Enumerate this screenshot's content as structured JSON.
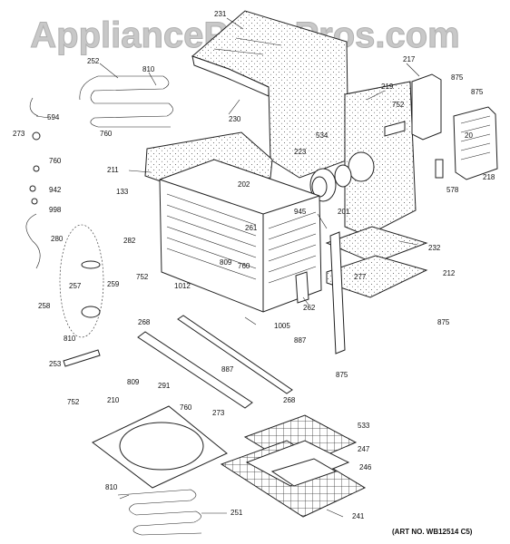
{
  "watermark": {
    "text": "AppliancePartsPros.com"
  },
  "art_number": "(ART NO. WB12514 C5)",
  "labels": {
    "p231": "231",
    "p252": "252",
    "p810a": "810",
    "p230": "230",
    "p217": "217",
    "p875a": "875",
    "p875b": "875",
    "p594": "594",
    "p219": "219",
    "p752a": "752",
    "p20": "20",
    "p760a": "760",
    "p534": "534",
    "p273a": "273",
    "p223": "223",
    "p760b": "760",
    "p211": "211",
    "p218": "218",
    "p942": "942",
    "p578": "578",
    "p133": "133",
    "p202": "202",
    "p998": "998",
    "p945": "945",
    "p201": "201",
    "p261": "261",
    "p280": "280",
    "p282": "282",
    "p232": "232",
    "p809a": "809",
    "p760c": "760",
    "p752b": "752",
    "p212": "212",
    "p277": "277",
    "p257": "257",
    "p259": "259",
    "p1012": "1012",
    "p258": "258",
    "p262": "262",
    "p1005": "1005",
    "p875c": "875",
    "p268a": "268",
    "p887a": "887",
    "p810b": "810",
    "p253": "253",
    "p887b": "887",
    "p875d": "875",
    "p809b": "809",
    "p291": "291",
    "p268b": "268",
    "p752c": "752",
    "p210": "210",
    "p760d": "760",
    "p273b": "273",
    "p533": "533",
    "p247": "247",
    "p246": "246",
    "p810c": "810",
    "p251": "251",
    "p241": "241"
  },
  "colors": {
    "line": "#222222",
    "watermark": "#c8c8c8"
  }
}
